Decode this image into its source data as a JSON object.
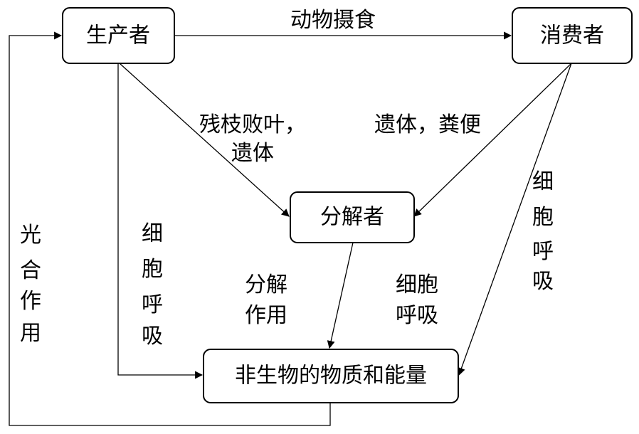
{
  "nodes": {
    "producer": "生产者",
    "consumer": "消费者",
    "decomposer": "分解者",
    "abiotic": "非生物的物质和能量"
  },
  "edges": {
    "feeding": "动物摄食",
    "producer_residue": [
      "残枝败叶，",
      "遗体"
    ],
    "consumer_residue": "遗体，粪便",
    "producer_respiration": [
      "细",
      "胞",
      "呼",
      "吸"
    ],
    "consumer_respiration": [
      "细",
      "胞",
      "呼",
      "吸"
    ],
    "decomposition": [
      "分解",
      "作用"
    ],
    "decomposer_respiration": [
      "细胞",
      "呼吸"
    ],
    "photosynthesis": [
      "光",
      "合",
      "作",
      "用"
    ]
  }
}
